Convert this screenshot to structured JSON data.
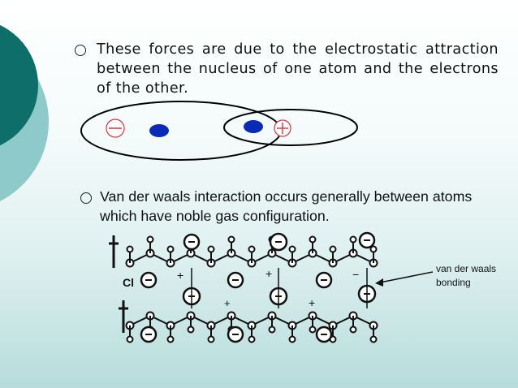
{
  "slide": {
    "bullets": [
      {
        "text": "These forces are due to the electrostatic attraction between the nucleus of one atom and the electrons of the other."
      },
      {
        "text": "Van der waals interaction occurs generally between atoms which have noble gas configuration."
      }
    ],
    "atoms_figure": {
      "minus_sign": "—",
      "plus_sign": "+"
    },
    "molecule_figure": {
      "bond_label": "van der waals bonding",
      "charge_labels": [
        "+",
        "+",
        "+",
        "−",
        "+",
        "Cl"
      ]
    },
    "colors": {
      "dark_teal": "#0e6e6a",
      "light_teal": "#8fcaca",
      "nucleus_blue": "#0a2bb8",
      "charge_red": "#e0303a"
    }
  }
}
